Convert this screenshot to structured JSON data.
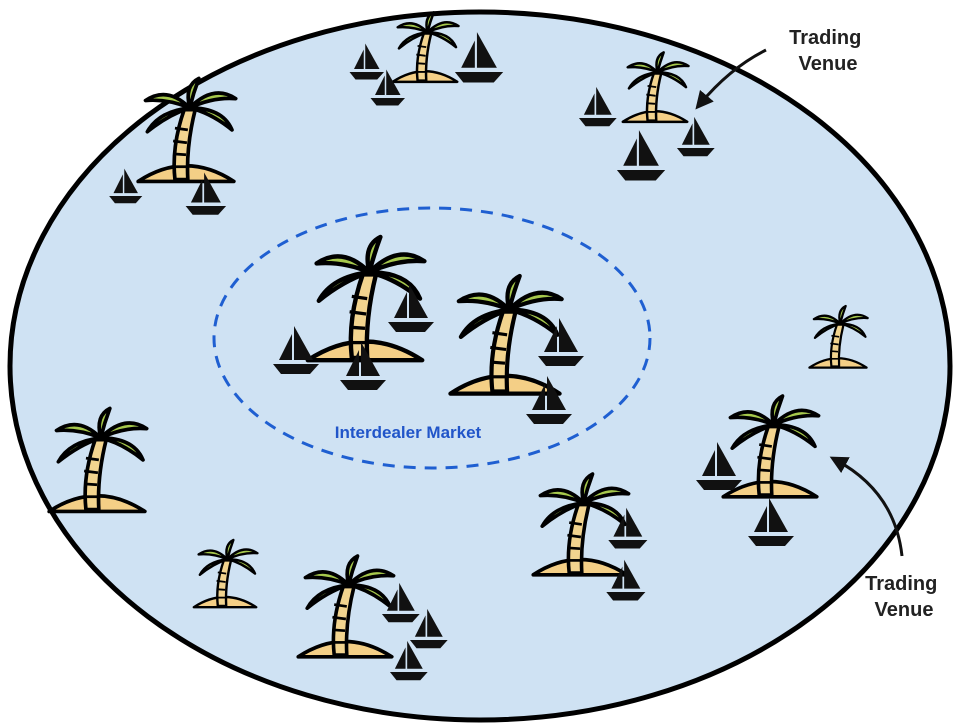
{
  "labels": {
    "inner": "Interdealer Market",
    "venue_top": [
      "Trading",
      "Venue"
    ],
    "venue_bottom": [
      "Trading",
      "Venue"
    ]
  },
  "colors": {
    "sea": "#cfe2f3",
    "outline": "#000000",
    "inner_dash": "#1f5fd1",
    "inner_text": "#2155c9",
    "leaf": "#a6c84c",
    "leaf_dark": "#7fa33a",
    "trunk": "#f2d48f",
    "sand": "#f4cf86",
    "boat": "#111111"
  },
  "icons": [
    "palm-island-icon",
    "sailboat-icon",
    "arrow-icon"
  ]
}
